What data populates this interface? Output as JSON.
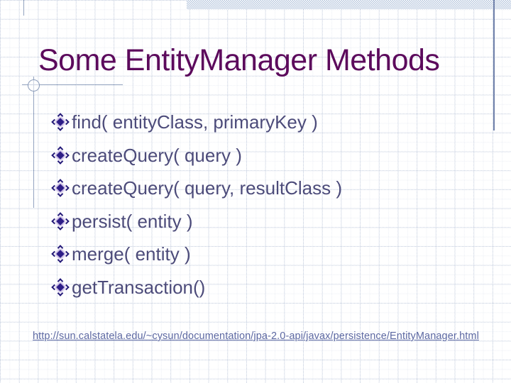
{
  "slide": {
    "title": "Some EntityManager Methods",
    "bullets": [
      "find( entityClass, primaryKey )",
      "createQuery( query )",
      "createQuery( query, resultClass )",
      "persist( entity )",
      "merge( entity )",
      "getTransaction()"
    ],
    "link": "http://sun.calstatela.edu/~cysun/documentation/jpa-2.0-api/javax/persistence/EntityManager.html",
    "bullet_icon": "diamond-icon"
  },
  "colors": {
    "title_text": "#5c0a5c",
    "body_text": "#4c4b7a",
    "bullet_diamond": "#2d1d87",
    "link_text": "#5c68a2",
    "grid_line": "#c7cfe2",
    "accent_bar": "#b7c7de",
    "accent_line": "#6f80aa",
    "background": "#ffffff"
  }
}
